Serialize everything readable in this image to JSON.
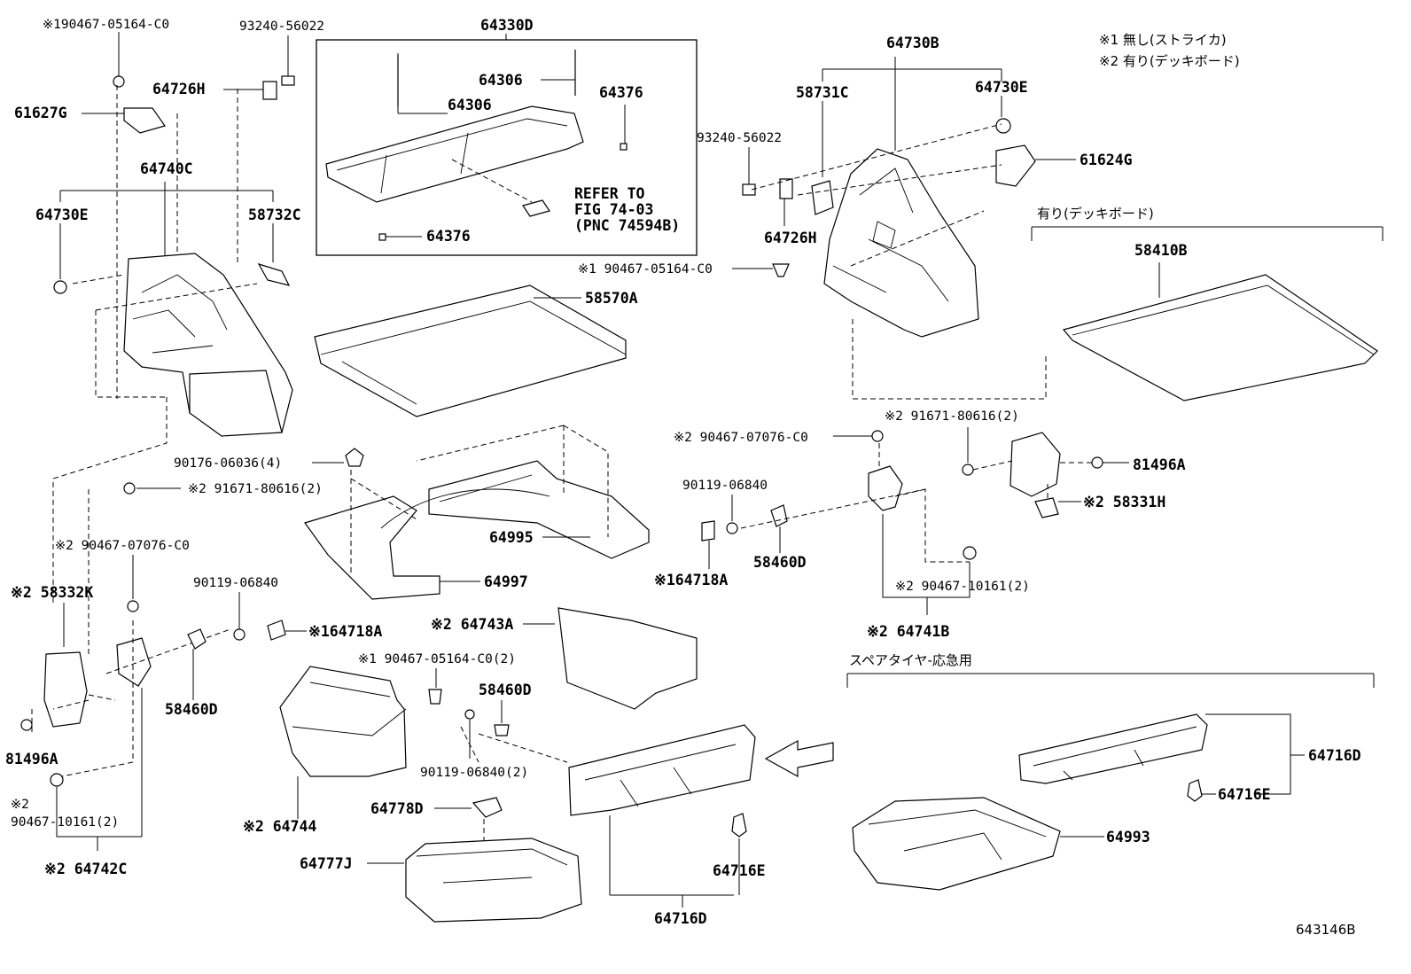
{
  "diagram_id": "643146B",
  "legend": {
    "note1": "※1 無し(ストライカ)",
    "note2": "※2 有り(デッキボード)"
  },
  "section_titles": {
    "deck_board": "有り(デッキボード)",
    "spare_tire": "スペアタイヤ-応急用"
  },
  "refer": {
    "line1": "REFER TO",
    "line2": "FIG 74-03",
    "line3": "(PNC 74594B)"
  },
  "labels": {
    "l01": "※190467-05164-C0",
    "l02": "93240-56022",
    "l03": "64330D",
    "l04": "64726H",
    "l05": "61627G",
    "l06": "64306",
    "l07": "64306",
    "l08": "64376",
    "l09": "64740C",
    "l10": "64730E",
    "l11": "58732C",
    "l12": "64376",
    "l13": "58570A",
    "l14": "64730B",
    "l15": "58731C",
    "l16": "64730E",
    "l17": "93240-56022",
    "l18": "61624G",
    "l19": "64726H",
    "l20": "※1 90467-05164-C0",
    "l21": "58410B",
    "l22": "90176-06036(4)",
    "l23": "※2 91671-80616(2)",
    "l24": "※2 90467-07076-C0",
    "l25": "※2 91671-80616(2)",
    "l26": "81496A",
    "l27": "※2  58331H",
    "l28": "90119-06840",
    "l29": "64995",
    "l30": "58460D",
    "l31": "※164718A",
    "l32": "※2 90467-07076-C0",
    "l33": "※2 58332K",
    "l34": "90119-06840",
    "l35": "64997",
    "l36": "※2 90467-10161(2)",
    "l37": "※164718A",
    "l38": "※2  64741B",
    "l39": "※2 64743A",
    "l40": "58460D",
    "l41": "※1 90467-05164-C0(2)",
    "l42": "58460D",
    "l43": "81496A",
    "l44": "90119-06840(2)",
    "l45": "64716D",
    "l46": "※2",
    "l47": "90467-10161(2)",
    "l48": "64778D",
    "l49": "※2 64744",
    "l50": "64716E",
    "l51": "64993",
    "l52": "※2 64742C",
    "l53": "64777J",
    "l54": "64716E",
    "l55": "64716D"
  }
}
